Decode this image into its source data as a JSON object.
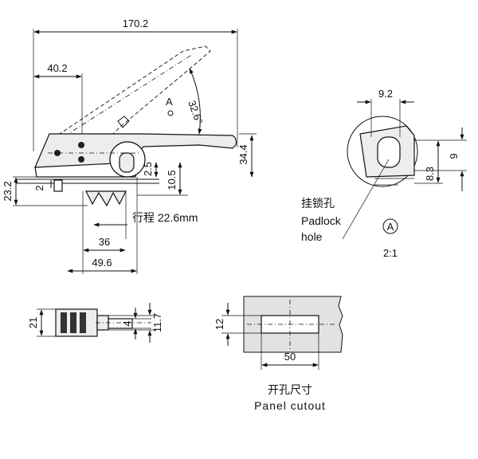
{
  "dimensions": {
    "overall_length": "170.2",
    "pivot_offset": "40.2",
    "open_angle": "32.6°",
    "detail_ref": "A",
    "height_total": "34.4",
    "d_2_5": "2.5",
    "d_10_5": "10.5",
    "left_23_2": "23.2",
    "left_2": "2",
    "stroke_label": "行程 22.6mm",
    "base_36": "36",
    "base_49_6": "49.6",
    "bottom_21": "21",
    "bottom_4": "4",
    "bottom_11_7": "11.7",
    "cutout_12": "12",
    "cutout_50": "50",
    "detail_9_2": "9.2",
    "detail_9": "9",
    "detail_8_3": "8.3"
  },
  "labels": {
    "padlock_cn": "挂锁孔",
    "padlock_en_1": "Padlock",
    "padlock_en_2": "hole",
    "detail_marker": "A",
    "detail_scale": "2:1",
    "cutout_cn": "开孔尺寸",
    "cutout_en": "Panel cutout"
  }
}
